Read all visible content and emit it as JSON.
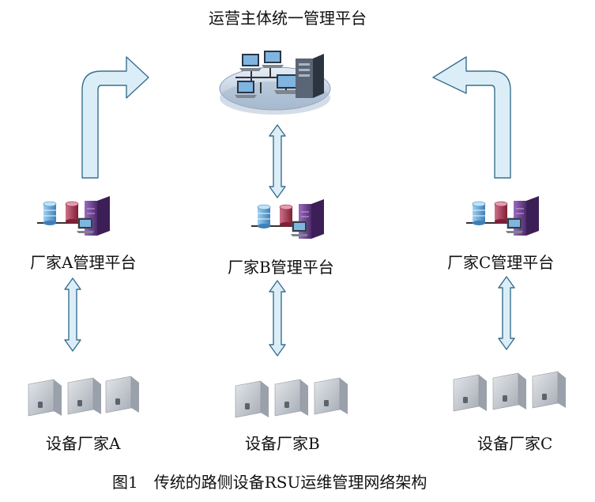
{
  "top_platform": {
    "label": "运营主体统一管理平台"
  },
  "vendors": [
    {
      "platform_label": "厂家A管理平台",
      "device_label": "设备厂家A"
    },
    {
      "platform_label": "厂家B管理平台",
      "device_label": "设备厂家B"
    },
    {
      "platform_label": "厂家C管理平台",
      "device_label": "设备厂家C"
    }
  ],
  "caption": "图1　传统的路侧设备RSU运维管理网络架构",
  "colors": {
    "arrow_fill": "#dbeef7",
    "arrow_stroke": "#3a6f8f",
    "server_purple": "#6b3f8e",
    "database_blue": "#4a8ec9",
    "database_red": "#a4334a",
    "device_gray": "#c9cdd4",
    "platform_disk": "#c8d6e6"
  },
  "icons": [
    "network-cluster-icon",
    "server-rack-icon",
    "database-icon",
    "monitor-icon",
    "rsu-device-icon"
  ]
}
